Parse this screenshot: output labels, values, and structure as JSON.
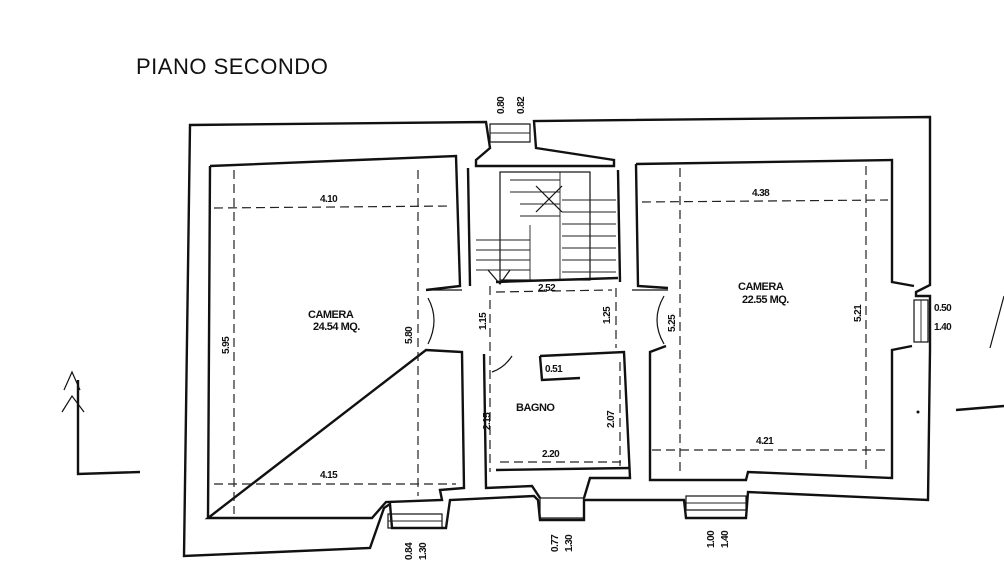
{
  "title": "PIANO SECONDO",
  "rooms": {
    "camera_left": {
      "name": "CAMERA",
      "area": "24.54 MQ."
    },
    "camera_right": {
      "name": "CAMERA",
      "area": "22.55 MQ."
    },
    "bagno": {
      "name": "BAGNO"
    }
  },
  "dimensions": {
    "left_top_width": "4.10",
    "left_bottom_width": "4.15",
    "left_height_outer": "5.95",
    "left_height_inner": "5.80",
    "right_top_width": "4.38",
    "right_bottom_width": "4.21",
    "right_height": "5.21",
    "right_height_inner": "5.25",
    "stair_top_a": "0.80",
    "stair_top_b": "0.82",
    "corridor_width": "2.52",
    "corridor_height_left": "1.15",
    "corridor_height_right": "1.25",
    "bagno_width": "2.20",
    "bagno_height": "2.07",
    "bagno_left_height": "2.15",
    "bagno_small": "0.51",
    "right_window_a": "0.50",
    "right_window_b": "1.40",
    "bottom_left_a": "0.84",
    "bottom_left_b": "1.30",
    "bottom_mid_a": "0.77",
    "bottom_mid_b": "1.30",
    "bottom_right_a": "1.00",
    "bottom_right_b": "1.40"
  },
  "section_marker": {
    "arrow": "section-arrow-icon"
  }
}
